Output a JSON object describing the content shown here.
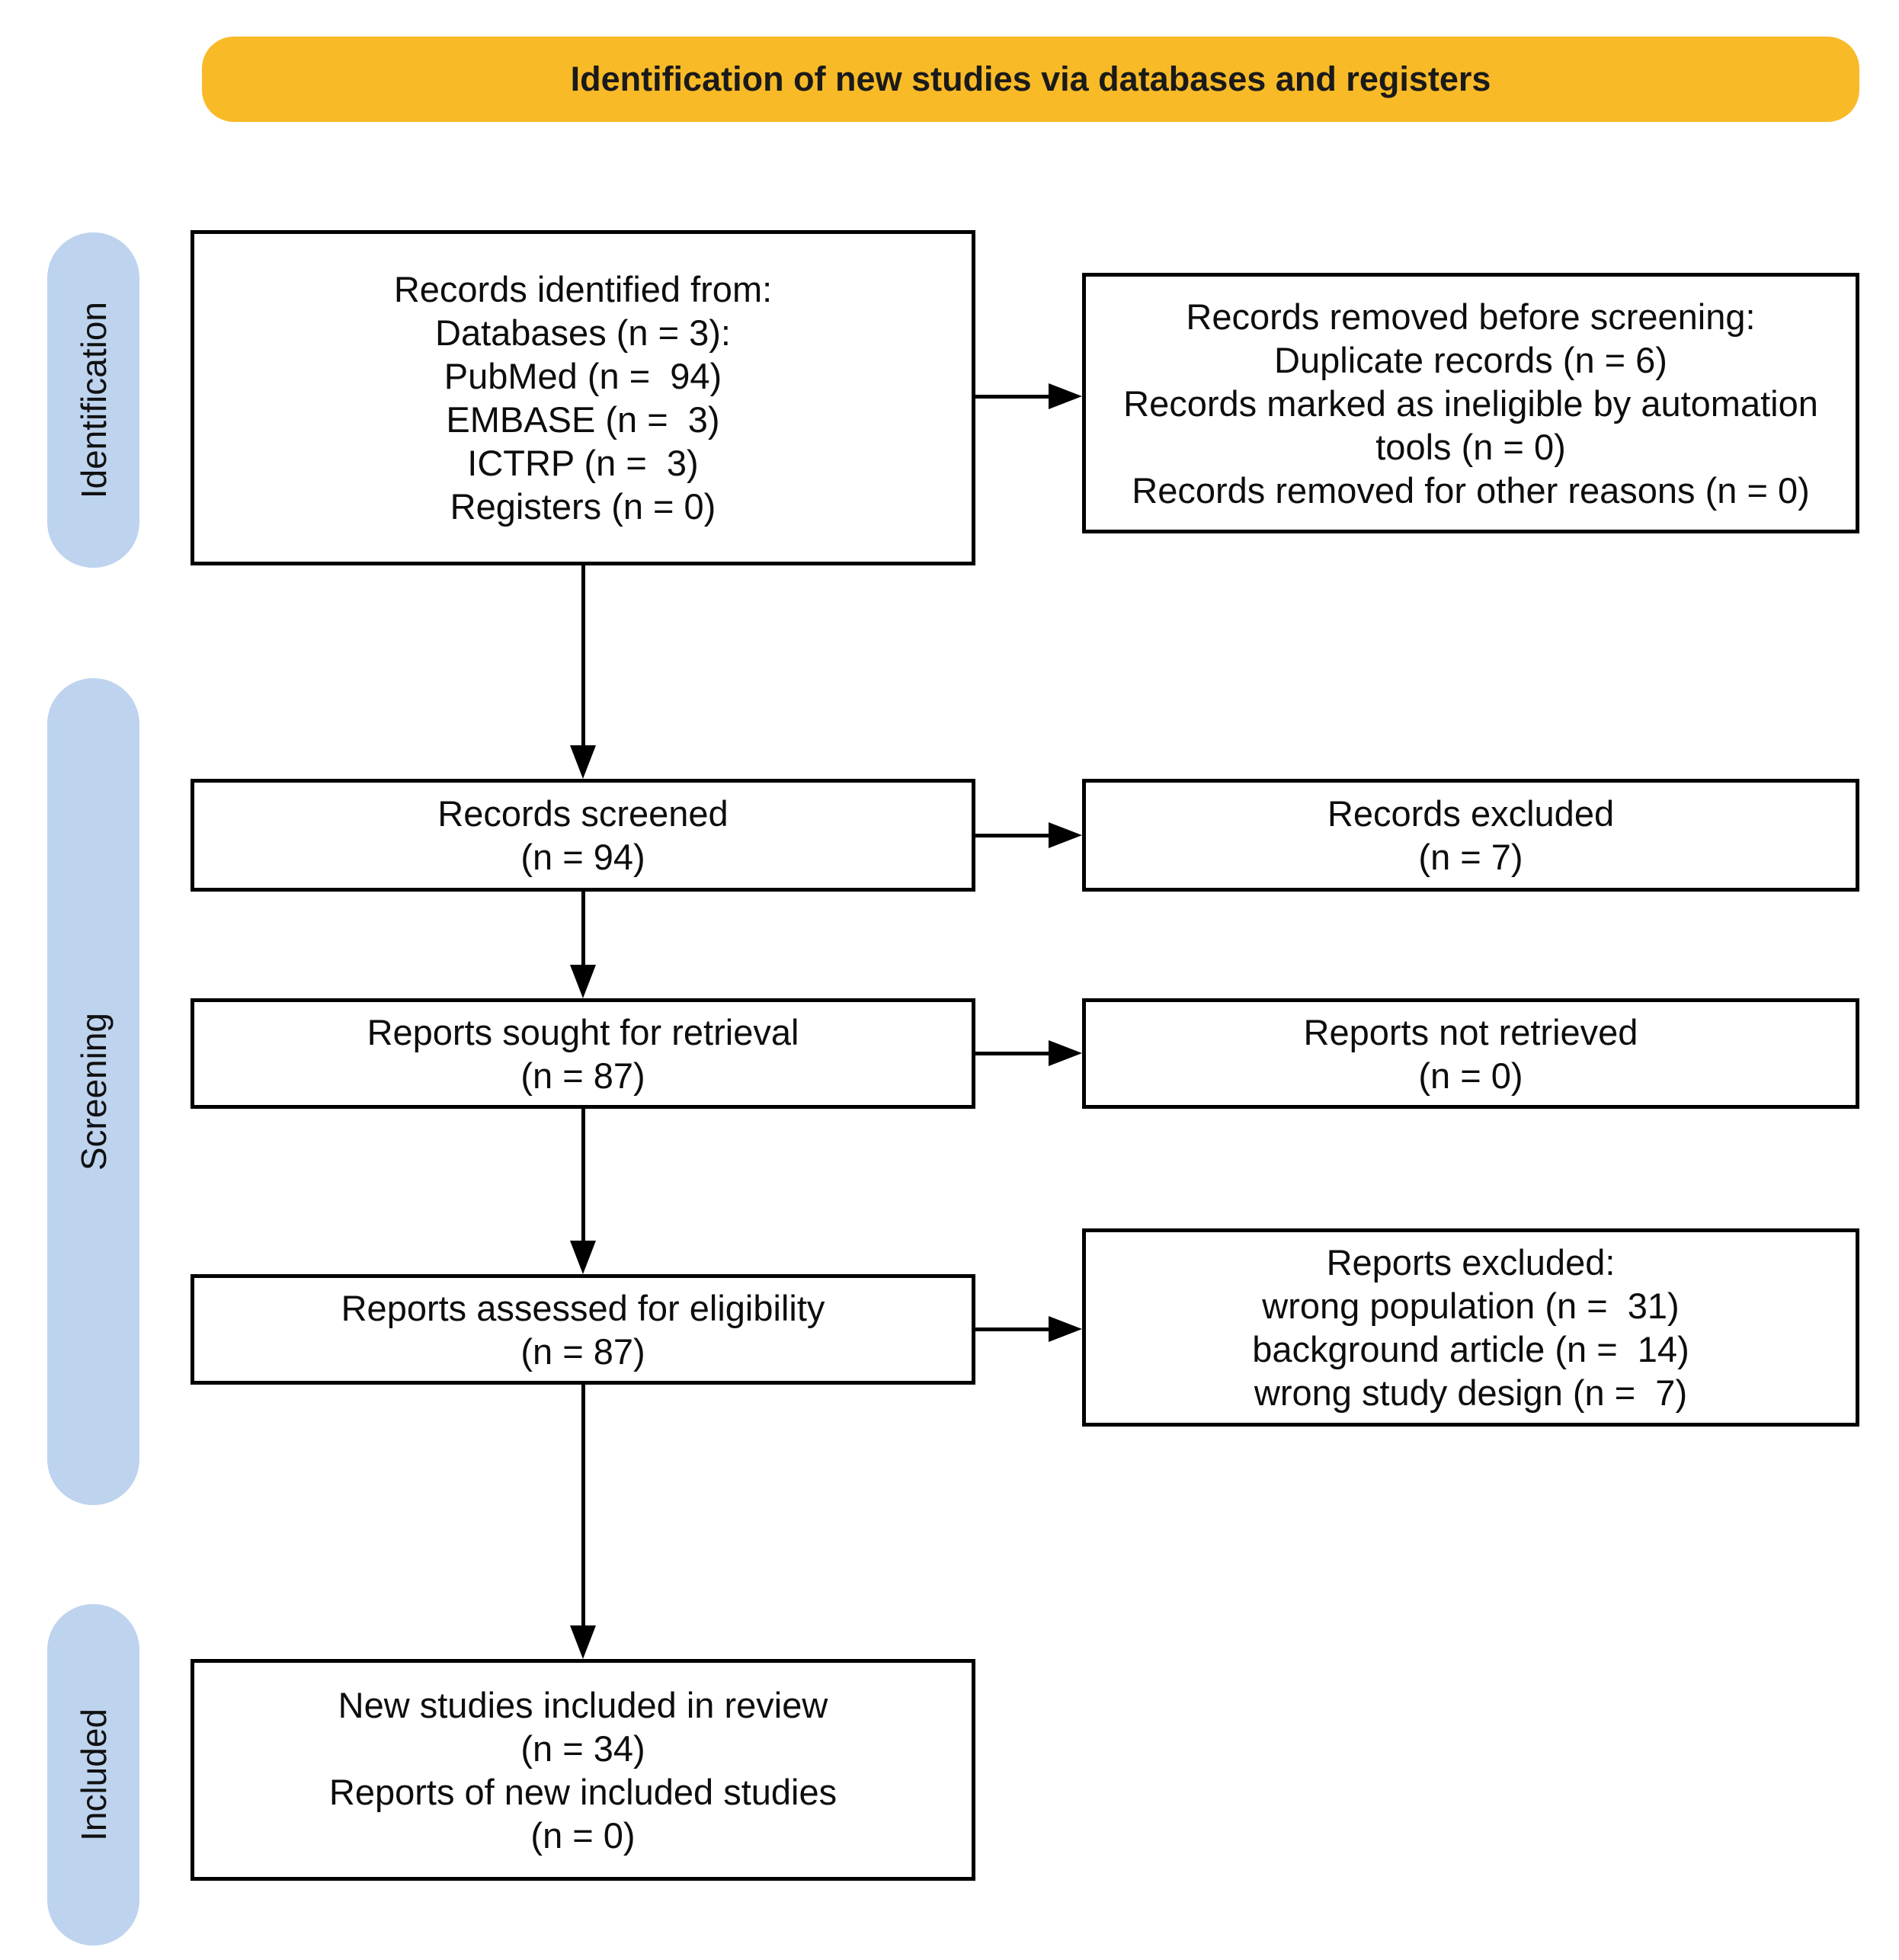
{
  "title_banner": {
    "label": "Identification of new studies via databases and registers"
  },
  "stage_labels": {
    "identification": "Identification",
    "screening": "Screening",
    "included": "Included"
  },
  "colors": {
    "banner_bg": "#F8BA27",
    "stage_pill_bg": "#BDD3EE",
    "box_border": "#000000",
    "arrow": "#000000",
    "text": "#0d0d0d"
  },
  "boxes": {
    "records_identified": {
      "lines": [
        "Records identified from:",
        "Databases (n = 3):",
        "PubMed (n =  94)",
        "EMBASE (n =  3)",
        "ICTRP (n =  3)",
        "Registers (n = 0)"
      ]
    },
    "records_removed": {
      "lines": [
        "Records removed before screening:",
        "Duplicate records (n = 6)",
        "Records marked as ineligible by automation",
        "tools (n = 0)",
        "Records removed for other reasons (n = 0)"
      ]
    },
    "records_screened": {
      "lines": [
        "Records screened",
        "(n = 94)"
      ]
    },
    "records_excluded": {
      "lines": [
        "Records excluded",
        "(n = 7)"
      ]
    },
    "reports_sought": {
      "lines": [
        "Reports sought for retrieval",
        "(n = 87)"
      ]
    },
    "reports_not_retrieved": {
      "lines": [
        "Reports not retrieved",
        "(n = 0)"
      ]
    },
    "reports_assessed": {
      "lines": [
        "Reports assessed for eligibility",
        "(n = 87)"
      ]
    },
    "reports_excluded": {
      "lines": [
        "Reports excluded:",
        "wrong population (n =  31)",
        "background article (n =  14)",
        "wrong study design (n =  7)"
      ]
    },
    "new_studies_included": {
      "lines": [
        "New studies included in review",
        "(n = 34)",
        "Reports of new included studies",
        "(n = 0)"
      ]
    }
  }
}
